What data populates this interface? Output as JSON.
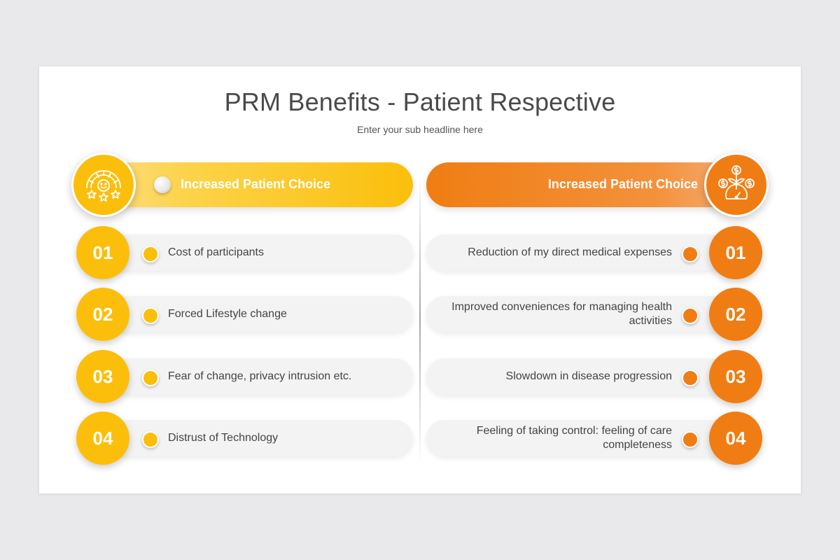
{
  "slide": {
    "title": "PRM Benefits - Patient Respective",
    "subtitle": "Enter your sub headline here"
  },
  "colors": {
    "yellow": "#fbbf0b",
    "orange": "#f07d13",
    "pill_bg": "#f3f3f3",
    "page_bg": "#e9e8ea"
  },
  "left": {
    "header": "Increased Patient Choice",
    "icon": "satisfaction-meter-icon",
    "items": [
      {
        "num": "01",
        "text": "Cost of participants"
      },
      {
        "num": "02",
        "text": "Forced Lifestyle change"
      },
      {
        "num": "03",
        "text": "Fear of change, privacy intrusion etc."
      },
      {
        "num": "04",
        "text": "Distrust of Technology"
      }
    ]
  },
  "right": {
    "header": "Increased Patient Choice",
    "icon": "money-growth-gauge-icon",
    "items": [
      {
        "num": "01",
        "text": "Reduction of my direct medical expenses"
      },
      {
        "num": "02",
        "text": "Improved conveniences for managing health activities"
      },
      {
        "num": "03",
        "text": "Slowdown in disease progression"
      },
      {
        "num": "04",
        "text": "Feeling of taking control: feeling of care completeness"
      }
    ]
  }
}
